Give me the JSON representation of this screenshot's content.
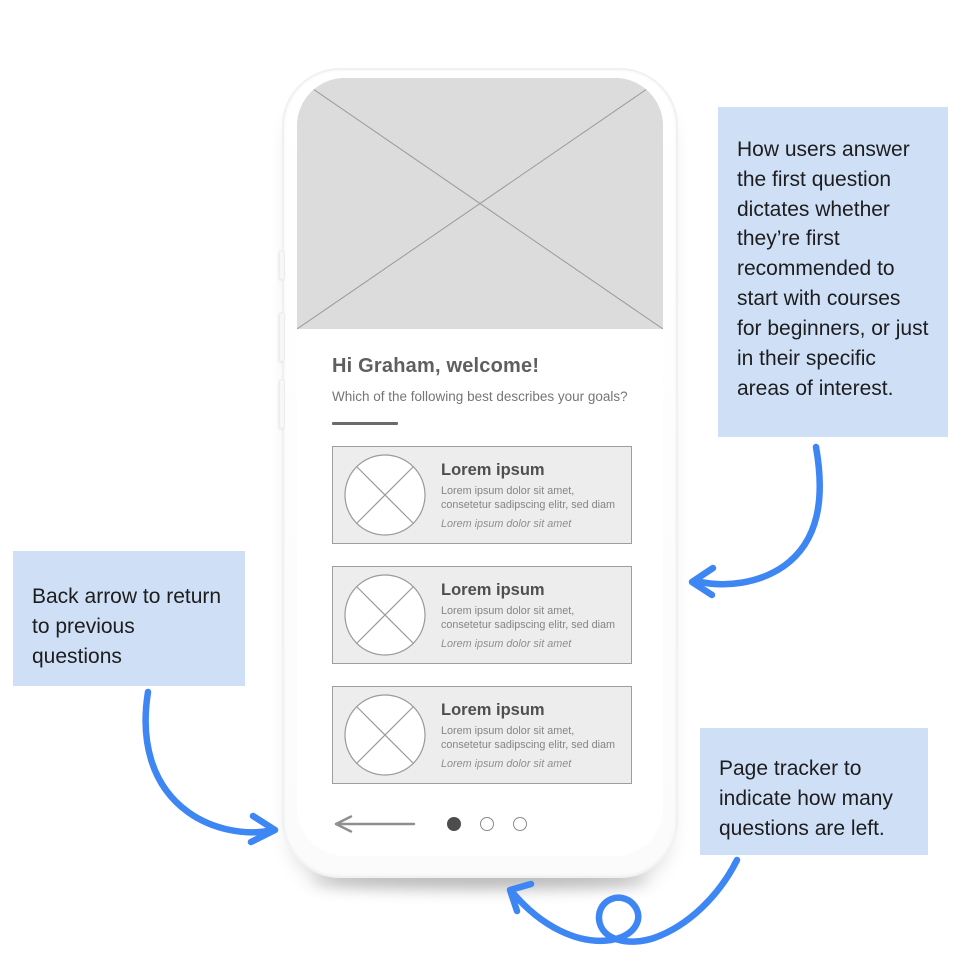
{
  "colors": {
    "callout_bg": "#cfe0f6",
    "annotation_arrow": "#3d86f4",
    "placeholder_fill": "#dcdcdc",
    "placeholder_line": "#9a9a9a",
    "card_bg": "#ededed",
    "card_border": "#9e9e9e",
    "text_dark": "#4f4f4f",
    "text_gray": "#858585"
  },
  "icons": {
    "hero": "image-placeholder-x",
    "card_thumb": "circle-x-placeholder",
    "back": "left-arrow"
  },
  "phone": {
    "screen": {
      "greeting": "Hi Graham, welcome!",
      "question": "Which of the following best describes your goals?",
      "cards": [
        {
          "title": "Lorem ipsum",
          "body": "Lorem ipsum dolor sit amet, consetetur sadipscing elitr, sed diam",
          "caption": "Lorem ipsum dolor sit amet"
        },
        {
          "title": "Lorem ipsum",
          "body": "Lorem ipsum dolor sit amet, consetetur sadipscing elitr, sed diam",
          "caption": "Lorem ipsum dolor sit amet"
        },
        {
          "title": "Lorem ipsum",
          "body": "Lorem ipsum dolor sit amet, consetetur sadipscing elitr, sed diam",
          "caption": "Lorem ipsum dolor sit amet"
        }
      ],
      "pagination": {
        "current_page": 1,
        "total_pages": 3,
        "dots": [
          "filled",
          "empty",
          "empty"
        ]
      }
    }
  },
  "callouts": {
    "first_question": "How users answer the first question dictates whether they’re first recommended to start with courses for beginners, or just in their specific areas of interest.",
    "back_arrow": "Back arrow to return to previous questions",
    "page_tracker": "Page tracker to indicate how many questions are left."
  }
}
